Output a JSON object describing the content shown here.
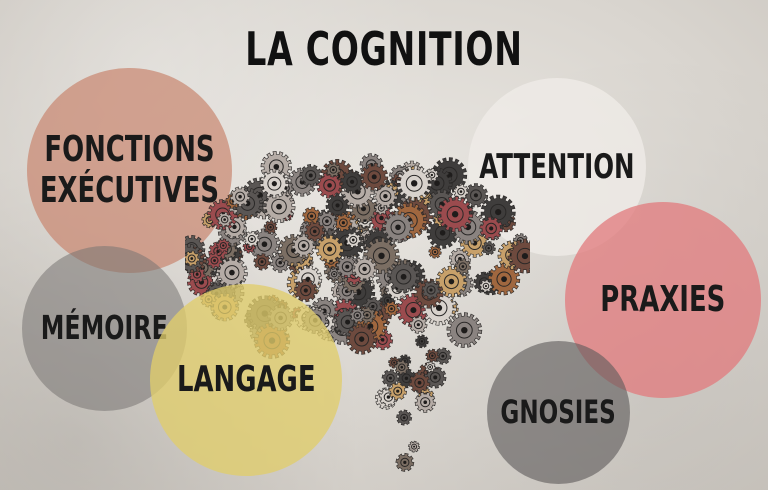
{
  "title": "LA COGNITION",
  "bubbles": {
    "fonctions": [
      "FONCTIONS",
      "EXÉCUTIVES"
    ],
    "memoire": "MÉMOIRE",
    "langage": "LANGAGE",
    "attention": "ATTENTION",
    "praxies": "PRAXIES",
    "gnosies": "GNOSIES"
  },
  "colors": {
    "fonctions": "#c98872",
    "memoire": "#787472",
    "langage": "#e0cd6c",
    "attention": "#f0ece8",
    "praxies": "#e2797c",
    "gnosies": "#5f5c5c"
  },
  "illustration": "brain-of-gears-icon"
}
